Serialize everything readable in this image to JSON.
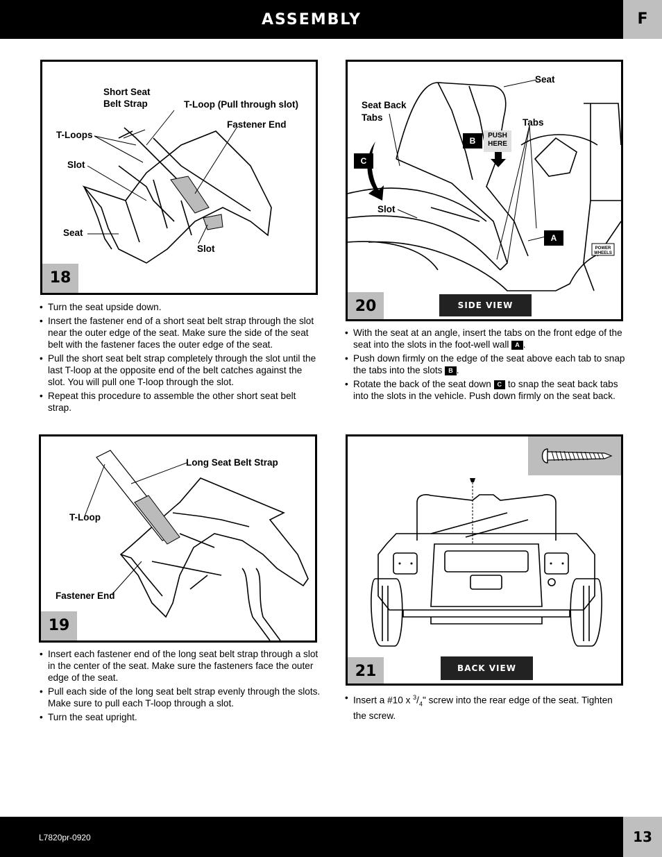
{
  "header": {
    "title": "ASSEMBLY",
    "section": "F"
  },
  "footer": {
    "code": "L7820pr-0920",
    "page": "13"
  },
  "step18": {
    "number": "18",
    "labels": {
      "short_strap_1": "Short Seat",
      "short_strap_2": "Belt Strap",
      "tloop_pull": "T-Loop (Pull through slot)",
      "fastener_end": "Fastener End",
      "tloops": "T-Loops",
      "slot_top": "Slot",
      "seat": "Seat",
      "slot_bottom": "Slot"
    },
    "bullets": [
      "Turn the seat upside down.",
      "Insert the fastener end of a short seat belt strap through the slot near the outer edge of the seat. Make sure the side of the seat belt with the fastener faces the outer edge of the seat.",
      "Pull the short seat belt strap completely through the slot until the last T-loop at the opposite end of the belt catches against the slot. You will pull one T-loop through the slot.",
      "Repeat this procedure to assemble the other short seat belt strap."
    ]
  },
  "step19": {
    "number": "19",
    "labels": {
      "long_strap": "Long Seat Belt Strap",
      "tloop": "T-Loop",
      "fastener_end": "Fastener End"
    },
    "bullets": [
      "Insert each fastener end of the long seat belt strap through a slot in the center of the seat. Make sure the fasteners face the outer edge of the seat.",
      "Pull each side of the long seat belt strap evenly through the slots. Make sure to pull each T-loop through a slot.",
      "Turn the seat upright."
    ]
  },
  "step20": {
    "number": "20",
    "view": "SIDE VIEW",
    "labels": {
      "seat": "Seat",
      "seat_back_1": "Seat Back",
      "seat_back_2": "Tabs",
      "tabs": "Tabs",
      "slot": "Slot",
      "push_1": "PUSH",
      "push_2": "HERE",
      "logo_1": "POWER",
      "logo_2": "WHEELS"
    },
    "callouts": {
      "a": "A",
      "b": "B",
      "c": "C"
    },
    "bullet1": {
      "pre": "With the seat at an angle, insert the tabs on the front edge of the seat into the slots in the foot-well wall",
      "post": "."
    },
    "bullet2": {
      "pre": "Push down firmly on the edge of the seat above each tab to snap the tabs into the slots",
      "post": "."
    },
    "bullet3": {
      "pre": "Rotate the back of the seat down",
      "post": "to snap the seat back tabs into the slots in the vehicle. Push down firmly on the seat back."
    }
  },
  "step21": {
    "number": "21",
    "view": "BACK VIEW",
    "bullet": {
      "pre": "Insert a #10 x",
      "num": "3",
      "den": "4",
      "post": "\" screw into the rear edge of the seat. Tighten the screw."
    },
    "icons": {
      "screw": "screw-icon"
    }
  }
}
